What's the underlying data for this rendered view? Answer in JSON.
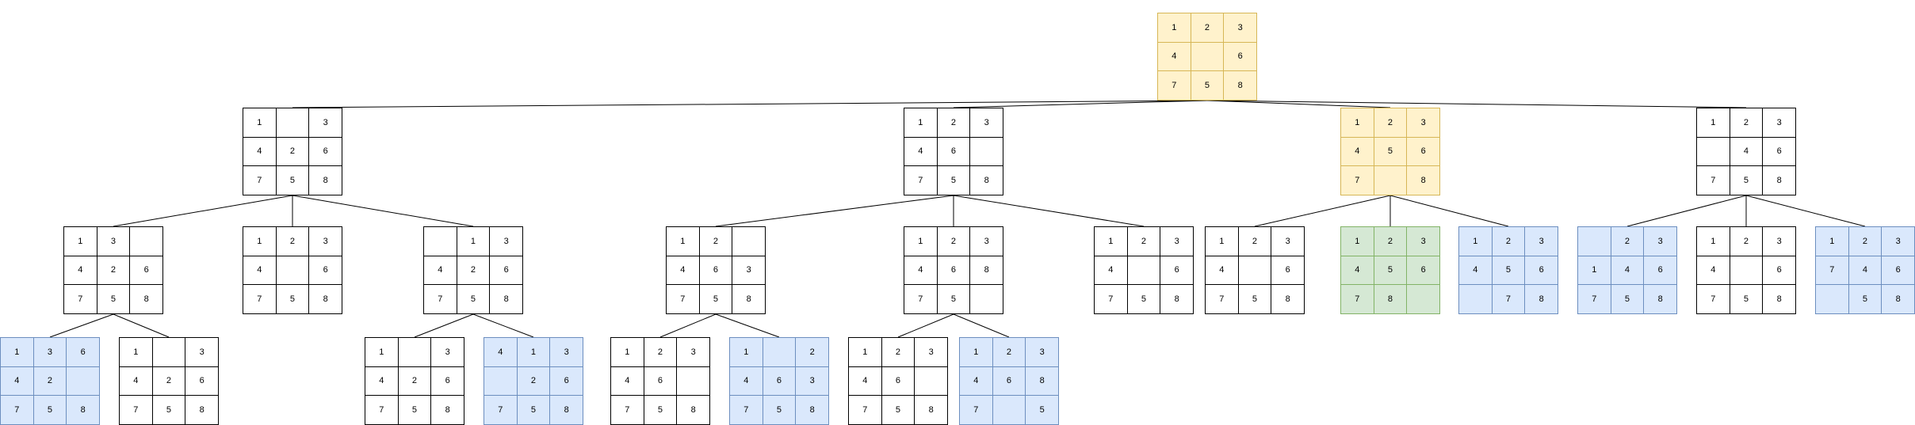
{
  "colors": {
    "plain": {
      "fill": "#ffffff",
      "stroke": "#000000"
    },
    "yellow": {
      "fill": "#fff2cc",
      "stroke": "#d6b656"
    },
    "blue": {
      "fill": "#dae8fc",
      "stroke": "#6c8ebf"
    },
    "green": {
      "fill": "#d5e8d4",
      "stroke": "#82b366"
    },
    "edge": "#000000"
  },
  "tree": {
    "root": {
      "id": "root",
      "style": "yellow",
      "cells": [
        "1",
        "2",
        "3",
        "4",
        "",
        "6",
        "7",
        "5",
        "8"
      ]
    },
    "level1": [
      {
        "id": "n1",
        "parent": "root",
        "style": "plain",
        "cells": [
          "1",
          "",
          "3",
          "4",
          "2",
          "6",
          "7",
          "5",
          "8"
        ]
      },
      {
        "id": "n2",
        "parent": "root",
        "style": "plain",
        "cells": [
          "1",
          "2",
          "3",
          "4",
          "6",
          "",
          "7",
          "5",
          "8"
        ]
      },
      {
        "id": "n3",
        "parent": "root",
        "style": "yellow",
        "cells": [
          "1",
          "2",
          "3",
          "4",
          "5",
          "6",
          "7",
          "",
          "8"
        ]
      },
      {
        "id": "n4",
        "parent": "root",
        "style": "plain",
        "cells": [
          "1",
          "2",
          "3",
          "",
          "4",
          "6",
          "7",
          "5",
          "8"
        ]
      }
    ],
    "level2": [
      {
        "id": "n5",
        "parent": "n1",
        "style": "plain",
        "cells": [
          "1",
          "3",
          "",
          "4",
          "2",
          "6",
          "7",
          "5",
          "8"
        ]
      },
      {
        "id": "n6",
        "parent": "n1",
        "style": "plain",
        "cells": [
          "1",
          "2",
          "3",
          "4",
          "",
          "6",
          "7",
          "5",
          "8"
        ]
      },
      {
        "id": "n7",
        "parent": "n1",
        "style": "plain",
        "cells": [
          "",
          "1",
          "3",
          "4",
          "2",
          "6",
          "7",
          "5",
          "8"
        ]
      },
      {
        "id": "n8",
        "parent": "n2",
        "style": "plain",
        "cells": [
          "1",
          "2",
          "",
          "4",
          "6",
          "3",
          "7",
          "5",
          "8"
        ]
      },
      {
        "id": "n9",
        "parent": "n2",
        "style": "plain",
        "cells": [
          "1",
          "2",
          "3",
          "4",
          "6",
          "8",
          "7",
          "5",
          ""
        ]
      },
      {
        "id": "n10",
        "parent": "n2",
        "style": "plain",
        "cells": [
          "1",
          "2",
          "3",
          "4",
          "",
          "6",
          "7",
          "5",
          "8"
        ]
      },
      {
        "id": "n11",
        "parent": "n3",
        "style": "plain",
        "cells": [
          "1",
          "2",
          "3",
          "4",
          "",
          "6",
          "7",
          "5",
          "8"
        ]
      },
      {
        "id": "n12",
        "parent": "n3",
        "style": "green",
        "cells": [
          "1",
          "2",
          "3",
          "4",
          "5",
          "6",
          "7",
          "8",
          ""
        ]
      },
      {
        "id": "n13",
        "parent": "n3",
        "style": "blue",
        "cells": [
          "1",
          "2",
          "3",
          "4",
          "5",
          "6",
          "",
          "7",
          "8"
        ]
      },
      {
        "id": "n14",
        "parent": "n4",
        "style": "blue",
        "cells": [
          "",
          "2",
          "3",
          "1",
          "4",
          "6",
          "7",
          "5",
          "8"
        ]
      },
      {
        "id": "n15",
        "parent": "n4",
        "style": "plain",
        "cells": [
          "1",
          "2",
          "3",
          "4",
          "",
          "6",
          "7",
          "5",
          "8"
        ]
      },
      {
        "id": "n16",
        "parent": "n4",
        "style": "blue",
        "cells": [
          "1",
          "2",
          "3",
          "7",
          "4",
          "6",
          "",
          "5",
          "8"
        ]
      }
    ],
    "level3": [
      {
        "id": "n17",
        "parent": "n5",
        "style": "blue",
        "cells": [
          "1",
          "3",
          "6",
          "4",
          "2",
          "",
          "7",
          "5",
          "8"
        ]
      },
      {
        "id": "n18",
        "parent": "n5",
        "style": "plain",
        "cells": [
          "1",
          "",
          "3",
          "4",
          "2",
          "6",
          "7",
          "5",
          "8"
        ]
      },
      {
        "id": "n19",
        "parent": "n7",
        "style": "plain",
        "cells": [
          "1",
          "",
          "3",
          "4",
          "2",
          "6",
          "7",
          "5",
          "8"
        ]
      },
      {
        "id": "n20",
        "parent": "n7",
        "style": "blue",
        "cells": [
          "4",
          "1",
          "3",
          "",
          "2",
          "6",
          "7",
          "5",
          "8"
        ]
      },
      {
        "id": "n21",
        "parent": "n8",
        "style": "plain",
        "cells": [
          "1",
          "2",
          "3",
          "4",
          "6",
          "",
          "7",
          "5",
          "8"
        ]
      },
      {
        "id": "n22",
        "parent": "n8",
        "style": "blue",
        "cells": [
          "1",
          "",
          "2",
          "4",
          "6",
          "3",
          "7",
          "5",
          "8"
        ]
      },
      {
        "id": "n23",
        "parent": "n9",
        "style": "plain",
        "cells": [
          "1",
          "2",
          "3",
          "4",
          "6",
          "",
          "7",
          "5",
          "8"
        ]
      },
      {
        "id": "n24",
        "parent": "n9",
        "style": "blue",
        "cells": [
          "1",
          "2",
          "3",
          "4",
          "6",
          "8",
          "7",
          "",
          "5"
        ]
      }
    ]
  }
}
